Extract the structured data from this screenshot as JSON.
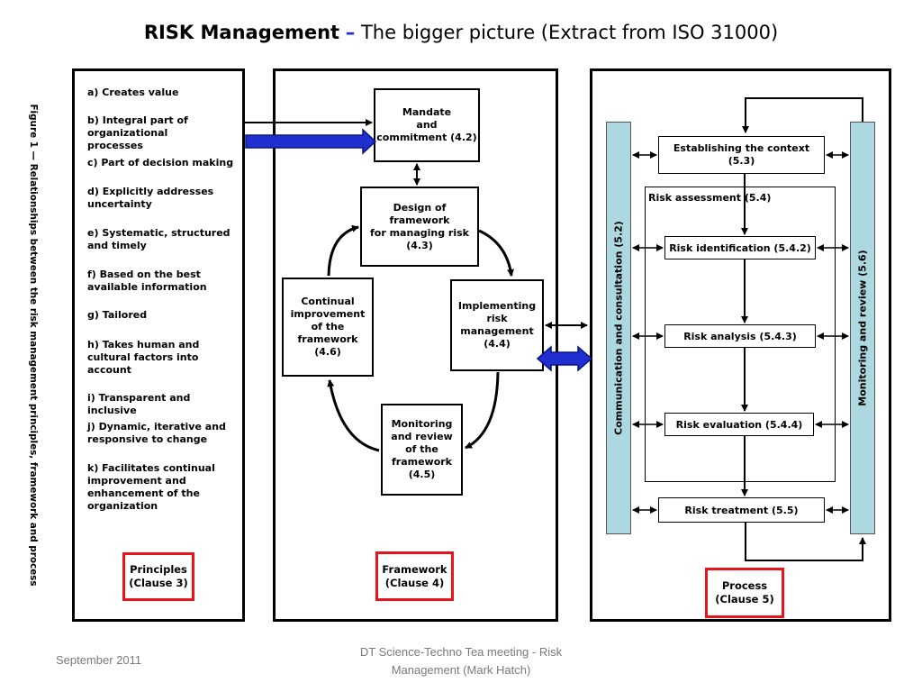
{
  "slide": {
    "title_bold": "RISK Management",
    "title_dash": "–",
    "title_rest": "The bigger picture (Extract from ISO 31000)",
    "figure_caption": "Figure 1 — Relationships between the risk management principles, framework and process"
  },
  "principles": {
    "items": [
      "a) Creates value",
      "b) Integral part of organizational processes",
      "c) Part of decision making",
      "d) Explicitly addresses uncertainty",
      "e) Systematic, structured and timely",
      "f) Based on the best available information",
      "g) Tailored",
      "h) Takes human and cultural factors into account",
      "i) Transparent and inclusive",
      "j) Dynamic, iterative and responsive to change",
      "k) Facilitates continual improvement and enhancement of the organization"
    ],
    "label": "Principles\n(Clause 3)"
  },
  "framework": {
    "mandate": "Mandate\nand\ncommitment (4.2)",
    "design": "Design of\nframework\nfor managing risk\n(4.3)",
    "implementing": "Implementing\nrisk\nmanagement\n(4.4)",
    "monitoring": "Monitoring\nand review\nof the\nframework\n(4.5)",
    "continual": "Continual\nimprovement\nof the\nframework\n(4.6)",
    "label": "Framework\n(Clause 4)"
  },
  "process": {
    "communication": "Communication and consultation (5.2)",
    "monitoring": "Monitoring and review (5.6)",
    "context": "Establishing the context\n(5.3)",
    "risk_assessment": "Risk  assessment (5.4)",
    "identification": "Risk identification (5.4.2)",
    "analysis": "Risk analysis (5.4.3)",
    "evaluation": "Risk evaluation (5.4.4)",
    "treatment": "Risk treatment (5.5)",
    "label": "Process\n(Clause 5)"
  },
  "footer": {
    "date": "September 2011",
    "event": "DT Science-Techno Tea meeting - Risk Management (Mark Hatch)"
  },
  "colors": {
    "accent_red": "#e8141b",
    "arrow_blue": "#1f2fd0",
    "sidebar_blue": "#aed8e0"
  }
}
